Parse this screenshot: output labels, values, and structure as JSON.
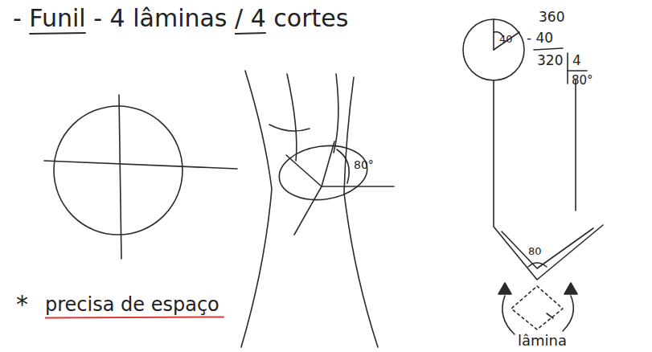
{
  "diagram": {
    "title": "- Funil - 4 lâminas / 4 cortes",
    "labels": [
      "360",
      "- 40",
      "320",
      "4",
      "80°",
      "40",
      "80°",
      "80",
      "lâmina",
      "*",
      "precisa de espaço"
    ]
  }
}
